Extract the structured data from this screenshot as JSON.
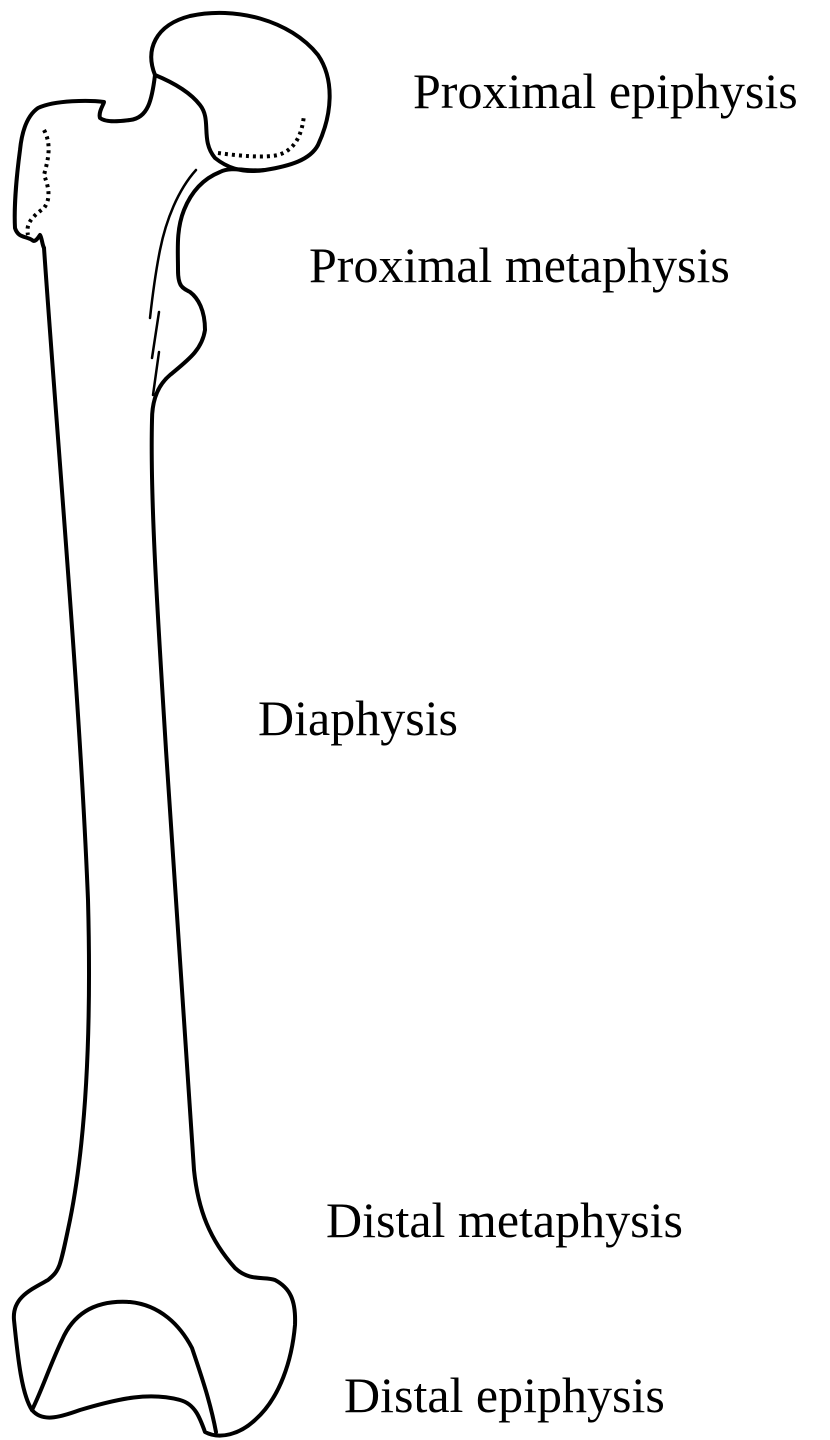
{
  "labels": {
    "proximal_epiphysis": "Proximal epiphysis",
    "proximal_metaphysis": "Proximal metaphysis",
    "diaphysis": "Diaphysis",
    "distal_metaphysis": "Distal metaphysis",
    "distal_epiphysis": "Distal epiphysis"
  },
  "colors": {
    "line": "#000000",
    "background": "#ffffff"
  }
}
